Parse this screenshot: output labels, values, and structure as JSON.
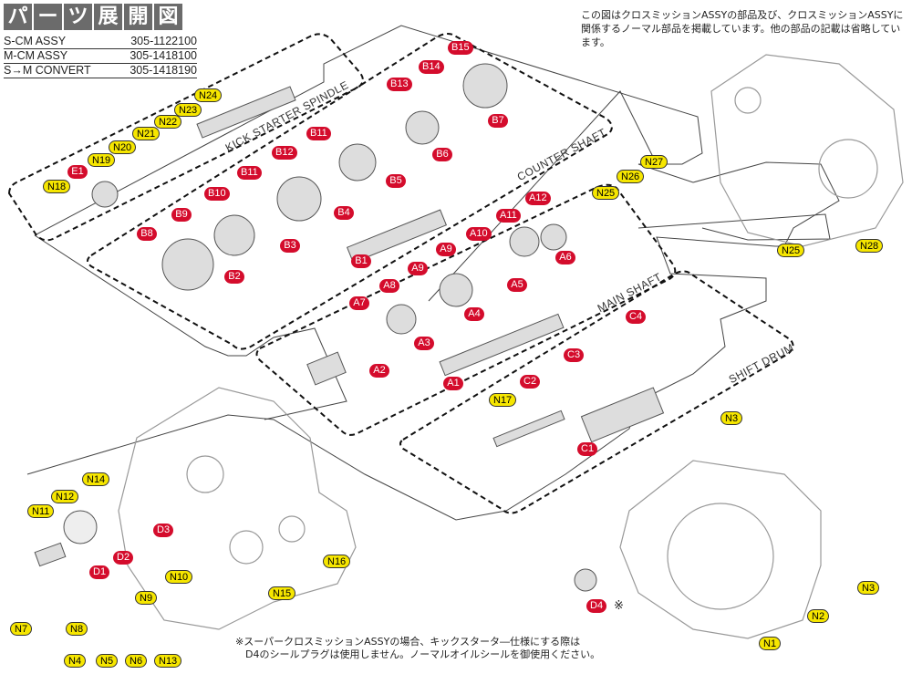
{
  "title": [
    "パ",
    "ー",
    "ツ",
    "展",
    "開",
    "図"
  ],
  "assy_table": [
    {
      "name": "S-CM ASSY",
      "number": "305-1122100"
    },
    {
      "name": "M-CM ASSY",
      "number": "305-1418100"
    },
    {
      "name": "S→M CONVERT",
      "number": "305-1418190"
    }
  ],
  "notes": {
    "top": "この図はクロスミッションASSYの部品及び、クロスミッションASSYに関係するノーマル部品を掲載しています。他の部品の記載は省略しています。",
    "bottom_1": "※スーパークロスミッションASSYの場合、キックスタータ―仕様にする際は",
    "bottom_2": "D4のシールプラグは使用しません。ノーマルオイルシールを御使用ください。",
    "d4_mark": "※"
  },
  "groups": {
    "kick": "KICK STARTER SPINDLE",
    "counter": "COUNTER SHAFT",
    "main": "MAIN SHAFT",
    "drum": "SHIFT DRUM"
  },
  "labels": {
    "B15": "B15",
    "B14": "B14",
    "B13": "B13",
    "B7": "B7",
    "B6": "B6",
    "B11a": "B11",
    "B5": "B5",
    "B12": "B12",
    "B11b": "B11",
    "B10": "B10",
    "B4": "B4",
    "B9": "B9",
    "B8": "B8",
    "B3": "B3",
    "B2": "B2",
    "B1": "B1",
    "A12": "A12",
    "A11": "A11",
    "A10": "A10",
    "A6": "A6",
    "A9a": "A9",
    "A9b": "A9",
    "A5": "A5",
    "A8": "A8",
    "A4": "A4",
    "A7": "A7",
    "A3": "A3",
    "A2": "A2",
    "A1": "A1",
    "C4": "C4",
    "C3": "C3",
    "C2": "C2",
    "C1": "C1",
    "D1": "D1",
    "D2": "D2",
    "D3": "D3",
    "D4": "D4",
    "E1": "E1",
    "N1": "N1",
    "N2": "N2",
    "N3a": "N3",
    "N3b": "N3",
    "N4": "N4",
    "N5": "N5",
    "N6": "N6",
    "N7": "N7",
    "N8": "N8",
    "N9": "N9",
    "N10": "N10",
    "N11": "N11",
    "N12": "N12",
    "N13": "N13",
    "N14": "N14",
    "N15": "N15",
    "N16": "N16",
    "N17": "N17",
    "N18": "N18",
    "N19": "N19",
    "N20": "N20",
    "N21": "N21",
    "N22": "N22",
    "N23": "N23",
    "N24": "N24",
    "N25a": "N25",
    "N25b": "N25",
    "N26": "N26",
    "N27": "N27",
    "N28": "N28"
  }
}
